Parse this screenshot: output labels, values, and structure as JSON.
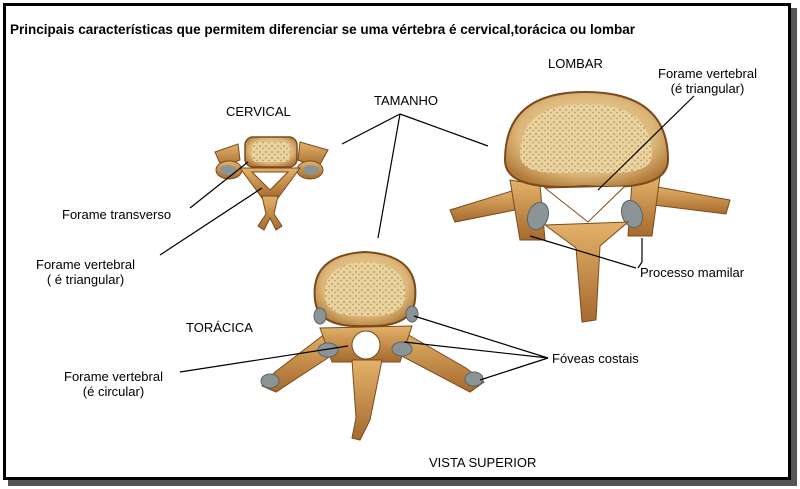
{
  "title": "Principais características que permitem diferenciar se uma vértebra é cervical,torácica ou lombar",
  "labels": {
    "cervical": "CERVICAL",
    "lombar": "LOMBAR",
    "toracica": "TORÁCICA",
    "tamanho": "TAMANHO",
    "forame_transverso": "Forame transverso",
    "cervical_forame_l1": "Forame vertebral",
    "cervical_forame_l2": "( é triangular)",
    "lombar_forame_l1": "Forame vertebral",
    "lombar_forame_l2": "(é triangular)",
    "processo_mamilar": "Processo mamilar",
    "toracica_forame_l1": "Forame vertebral",
    "toracica_forame_l2": "(é circular)",
    "foveas_costais": "Fóveas costais",
    "vista_superior": "VISTA SUPERIOR"
  },
  "colors": {
    "bone": "#d9a75e",
    "bone_dark": "#a86a2c",
    "body_top": "#e8cf95",
    "facet": "#7e8a8c"
  }
}
